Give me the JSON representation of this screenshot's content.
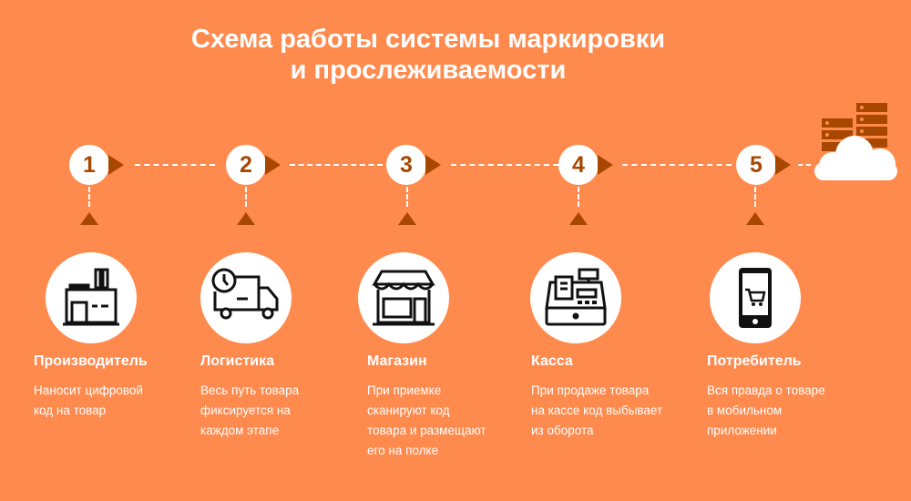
{
  "title_line1": "Схема работы системы маркировки",
  "title_line2": "и прослеживаемости",
  "steps": [
    {
      "number": "1",
      "icon": "factory-icon",
      "title": "Производитель",
      "desc": [
        "Наносит цифровой",
        "код на товар"
      ]
    },
    {
      "number": "2",
      "icon": "delivery-truck-icon",
      "title": "Логистика",
      "desc": [
        "Весь путь товара",
        "фиксируется на",
        "каждом этапе"
      ]
    },
    {
      "number": "3",
      "icon": "shop-icon",
      "title": "Магазин",
      "desc": [
        "При приемке",
        "сканируют код",
        "товара и размещают",
        "его на полке"
      ]
    },
    {
      "number": "4",
      "icon": "cash-register-icon",
      "title": "Касса",
      "desc": [
        "При продаже товара",
        "на кассе код выбывает",
        "из оборота"
      ]
    },
    {
      "number": "5",
      "icon": "smartphone-cart-icon",
      "title": "Потребитель",
      "desc": [
        "Вся правда о товаре",
        "в мобильном",
        "приложении"
      ]
    }
  ],
  "colors": {
    "background": "#FF8A4D",
    "accent": "#A84800"
  }
}
